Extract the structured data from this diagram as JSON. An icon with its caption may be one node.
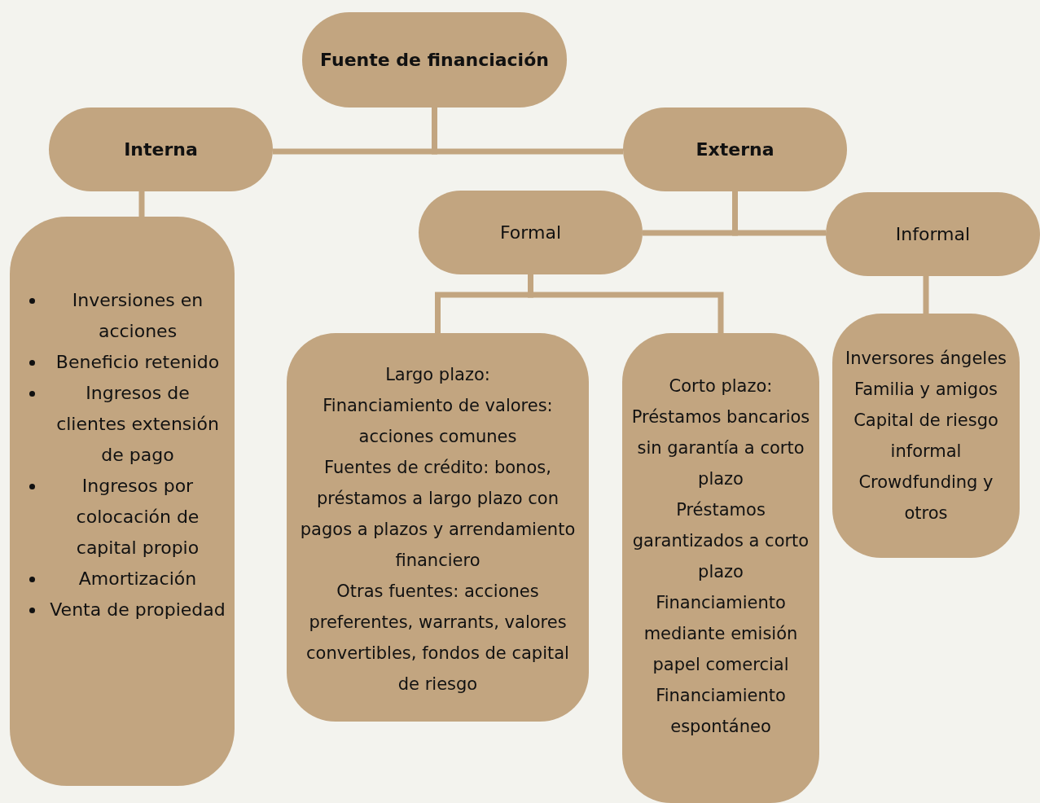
{
  "diagram": {
    "nodes": [
      {
        "text": [
          "Fuente de financiación"
        ]
      },
      {
        "text": [
          "Interna"
        ]
      },
      {
        "text": [
          "Externa"
        ]
      },
      {
        "text": [
          "Inversiones en acciones",
          "Beneficio retenido",
          "Ingresos de clientes extensión de pago",
          "Ingresos por colocación de capital propio",
          "Amortización",
          "Venta de propiedad"
        ]
      },
      {
        "text": [
          "Formal"
        ]
      },
      {
        "text": [
          "Informal"
        ]
      },
      {
        "text": [
          "Largo plazo:",
          "Financiamiento de valores: acciones comunes",
          "Fuentes de crédito: bonos, préstamos a largo plazo con pagos a plazos y arrendamiento financiero",
          "Otras fuentes: acciones preferentes, warrants, valores convertibles, fondos de capital de riesgo"
        ]
      },
      {
        "text": [
          "Corto plazo:",
          "Préstamos bancarios sin garantía a corto plazo",
          "Préstamos garantizados a corto plazo",
          "Financiamiento mediante emisión papel comercial",
          "Financiamiento espontáneo"
        ]
      },
      {
        "text": [
          "Inversores ángeles",
          "Familia y amigos",
          "Capital de riesgo informal",
          "Crowdfunding y otros"
        ]
      }
    ],
    "edges": [
      {
        "from": 0,
        "to": 1,
        "arrow": "none"
      },
      {
        "from": 0,
        "to": 2,
        "arrow": "none"
      },
      {
        "from": 1,
        "to": 3,
        "arrow": "none"
      },
      {
        "from": 2,
        "to": 4,
        "arrow": "none"
      },
      {
        "from": 2,
        "to": 5,
        "arrow": "none"
      },
      {
        "from": 4,
        "to": 6,
        "arrow": "none"
      },
      {
        "from": 4,
        "to": 7,
        "arrow": "none"
      },
      {
        "from": 5,
        "to": 8,
        "arrow": "none"
      }
    ]
  }
}
